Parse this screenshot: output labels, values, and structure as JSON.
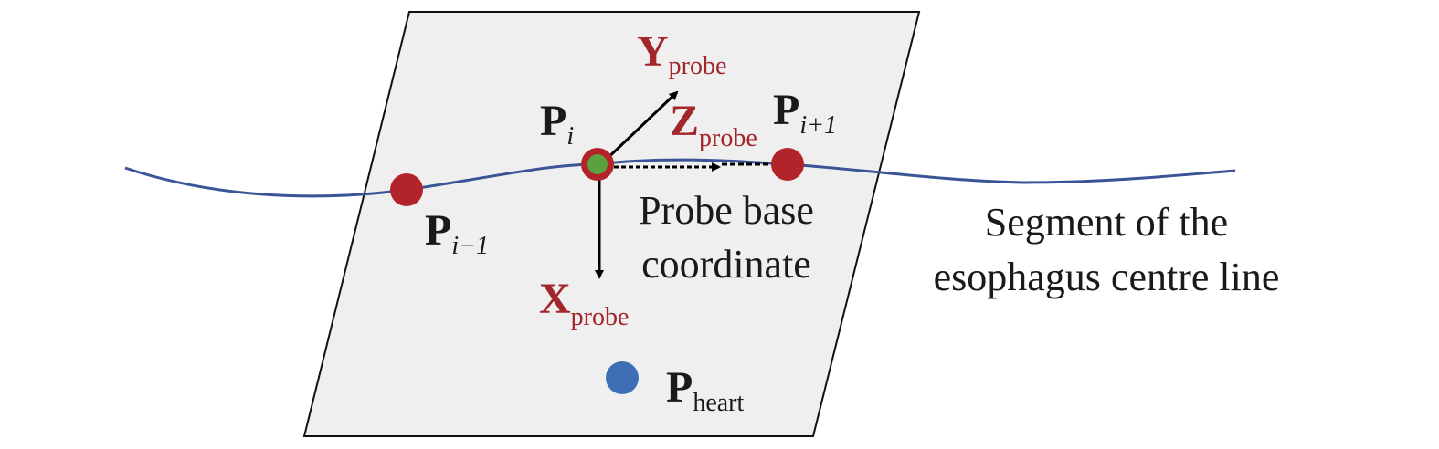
{
  "colors": {
    "plane_fill": "#efefef",
    "plane_stroke": "#111111",
    "centerline": "#3b5497",
    "point_red": "#b3232a",
    "point_green": "#5aa23c",
    "point_blue": "#3d6fb4",
    "axis_label": "#a3262b",
    "text": "#1a1a1a"
  },
  "points": {
    "p_prev": {
      "main": "P",
      "sub": "i−1"
    },
    "p_i": {
      "main": "P",
      "sub": "i"
    },
    "p_next": {
      "main": "P",
      "sub": "i+1"
    },
    "p_heart": {
      "main": "P",
      "sub": "heart"
    }
  },
  "axes": {
    "x": {
      "main": "X",
      "sub": "probe"
    },
    "y": {
      "main": "Y",
      "sub": "probe"
    },
    "z": {
      "main": "Z",
      "sub": "probe"
    }
  },
  "annotations": {
    "probe_base_line1": "Probe base",
    "probe_base_line2": "coordinate",
    "segment_line1": "Segment of the",
    "segment_line2": "esophagus centre line"
  }
}
